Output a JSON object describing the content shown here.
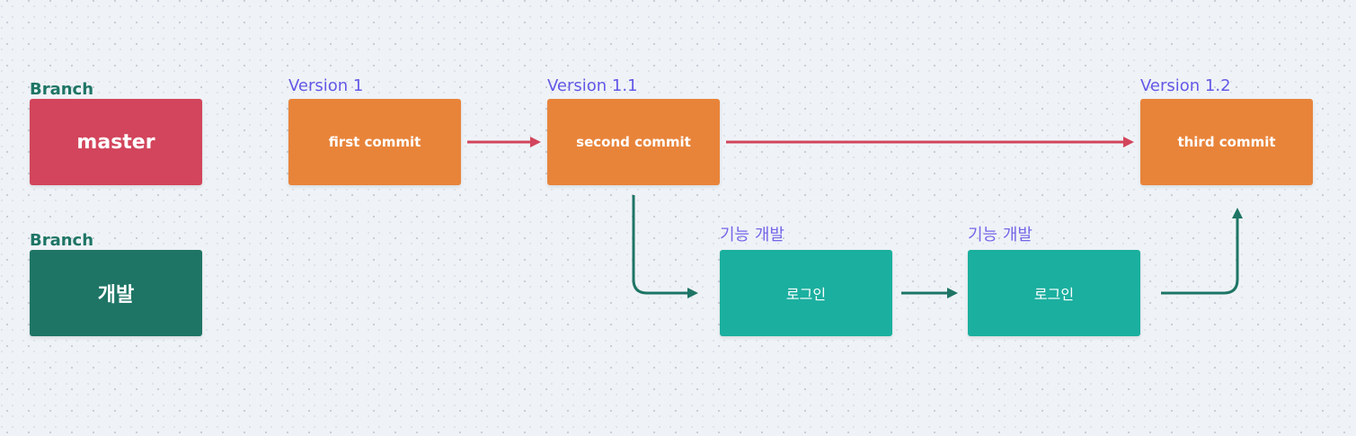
{
  "diagram": {
    "colors": {
      "master": "#d2455c",
      "dev": "#1e7565",
      "commit": "#e8843a",
      "feature": "#1baf9f",
      "label_purple": "#6358e6"
    },
    "branches": [
      {
        "caption": "Branch",
        "name": "master"
      },
      {
        "caption": "Branch",
        "name": "개발"
      }
    ],
    "commits": [
      {
        "version": "Version 1",
        "message": "first commit"
      },
      {
        "version": "Version 1.1",
        "message": "second commit"
      },
      {
        "version": "Version 1.2",
        "message": "third commit"
      }
    ],
    "features": [
      {
        "caption": "기능 개발",
        "name": "로그인"
      },
      {
        "caption": "기능 개발",
        "name": "로그인"
      }
    ],
    "edges": [
      {
        "from": "first commit",
        "to": "second commit",
        "branch": "master"
      },
      {
        "from": "second commit",
        "to": "third commit",
        "branch": "master"
      },
      {
        "from": "second commit",
        "to": "로그인 (1)",
        "branch": "개발"
      },
      {
        "from": "로그인 (1)",
        "to": "로그인 (2)",
        "branch": "개발"
      },
      {
        "from": "로그인 (2)",
        "to": "third commit",
        "branch": "개발"
      }
    ]
  }
}
